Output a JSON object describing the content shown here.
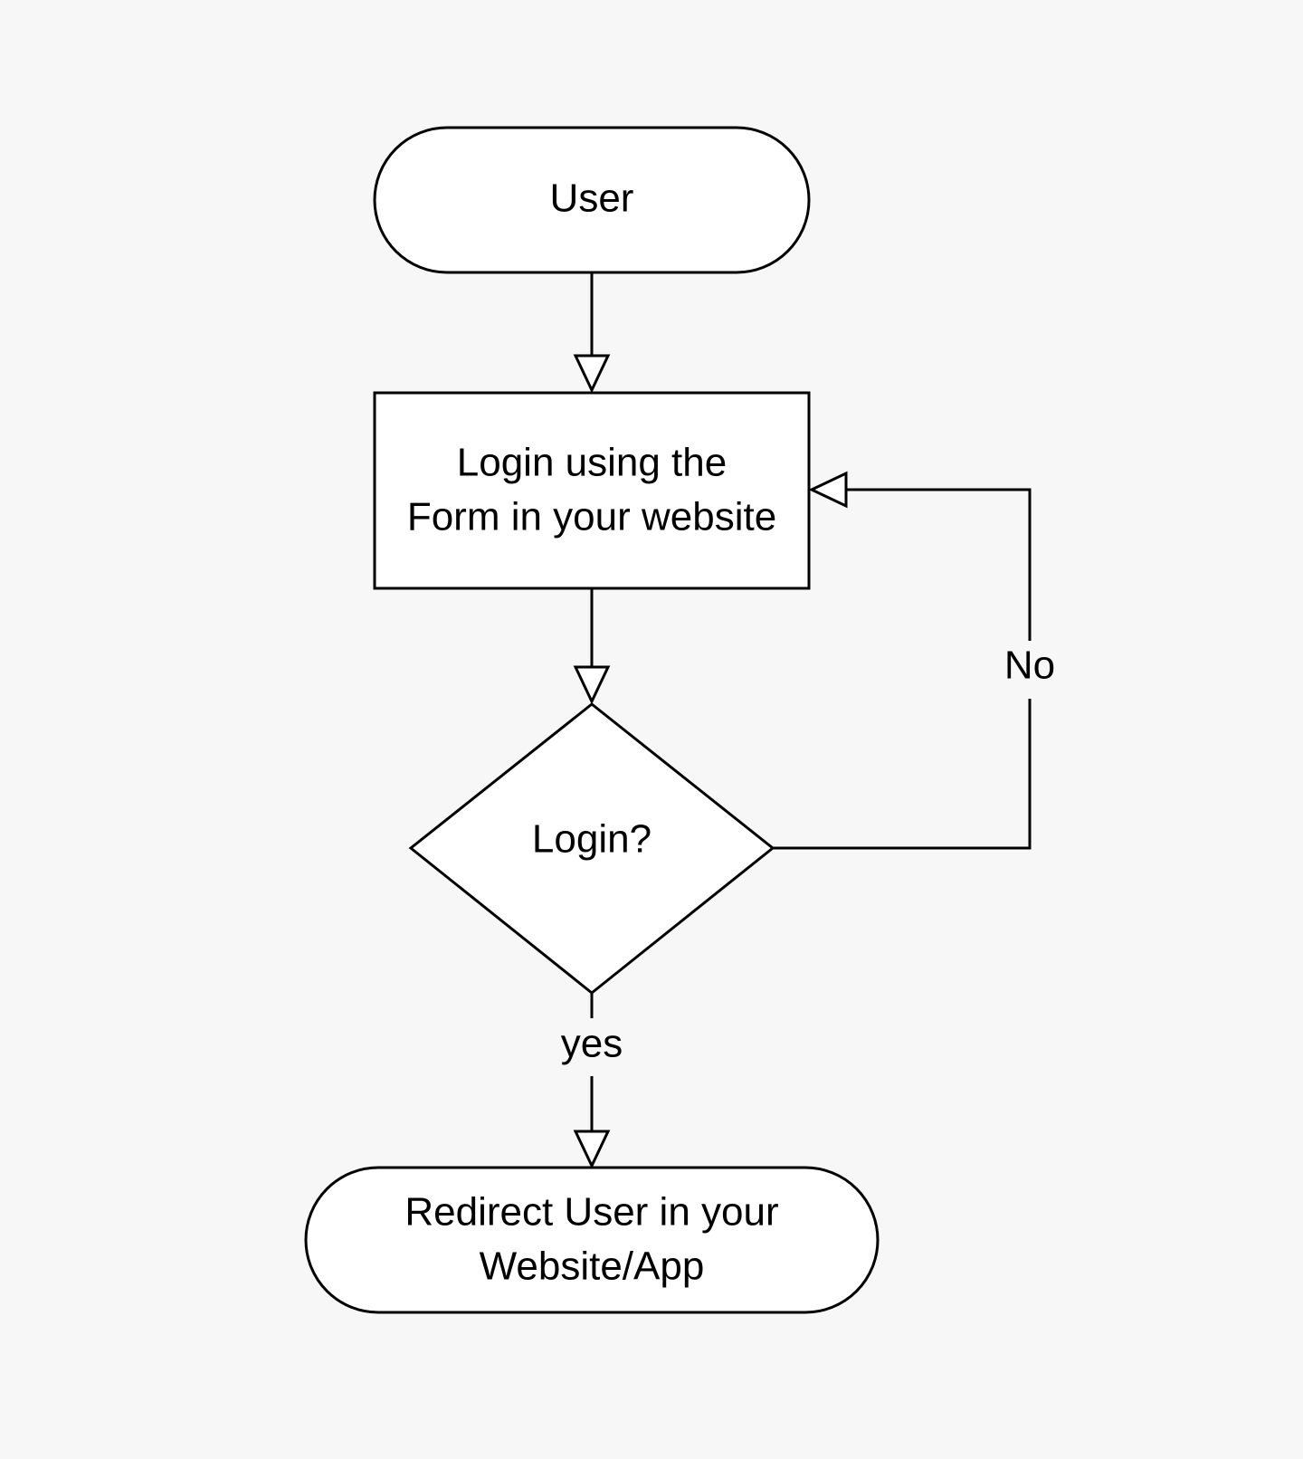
{
  "diagram": {
    "colors": {
      "background": "#f7f7f7",
      "node_fill": "#ffffff",
      "stroke": "#000000",
      "text": "#000000"
    },
    "nodes": {
      "start": {
        "lines": [
          "User"
        ]
      },
      "process": {
        "lines": [
          "Login using the",
          "Form in your website"
        ]
      },
      "decision": {
        "lines": [
          "Login?"
        ]
      },
      "end": {
        "lines": [
          "Redirect User in your",
          "Website/App"
        ]
      }
    },
    "edges": {
      "start_to_process": {
        "label": ""
      },
      "process_to_decision": {
        "label": ""
      },
      "decision_no": {
        "label": "No"
      },
      "decision_yes": {
        "label": "yes"
      }
    }
  }
}
